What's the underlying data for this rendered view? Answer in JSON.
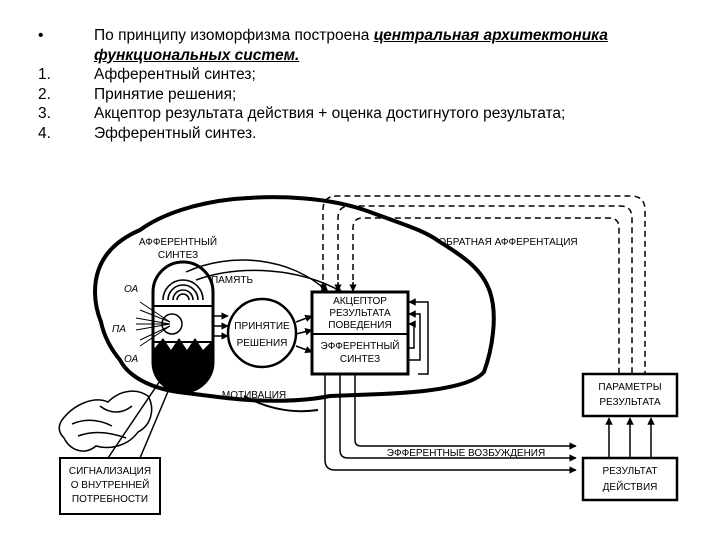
{
  "intro": {
    "bullet": "•",
    "text": "По принципу изоморфизма построена ",
    "emphasis": "центральная архитектоника функциональных систем."
  },
  "list": [
    {
      "num": "1.",
      "text": "Афферентный синтез;"
    },
    {
      "num": "2.",
      "text": "Принятие решения;"
    },
    {
      "num": "3.",
      "text": "Акцептор результата действия + оценка достигнутого результата;"
    },
    {
      "num": "4.",
      "text": "Эфферентный синтез."
    }
  ],
  "diagram": {
    "afferent_synthesis": [
      "АФФЕРЕНТНЫЙ",
      "СИНТЕЗ"
    ],
    "memory": "ПАМЯТЬ",
    "oa_top": "ОА",
    "pa": "ПА",
    "oa_bottom": "ОА",
    "decision": [
      "ПРИНЯТИЕ",
      "РЕШЕНИЯ"
    ],
    "acceptor": [
      "АКЦЕПТОР",
      "РЕЗУЛЬТАТА",
      "ПОВЕДЕНИЯ"
    ],
    "efferent_synthesis": [
      "ЭФФЕРЕНТНЫЙ",
      "СИНТЕЗ"
    ],
    "motivation": "МОТИВАЦИЯ",
    "feedback": "ОБРАТНАЯ АФФЕРЕНТАЦИЯ",
    "efferent_excitations": "ЭФФЕРЕНТНЫЕ ВОЗБУЖДЕНИЯ",
    "result_params": [
      "ПАРАМЕТРЫ",
      "РЕЗУЛЬТАТА"
    ],
    "action_result": [
      "РЕЗУЛЬТАТ",
      "ДЕЙСТВИЯ"
    ],
    "signaling": [
      "СИГНАЛИЗАЦИЯ",
      "О ВНУТРЕННЕЙ",
      "ПОТРЕБНОСТИ"
    ]
  }
}
